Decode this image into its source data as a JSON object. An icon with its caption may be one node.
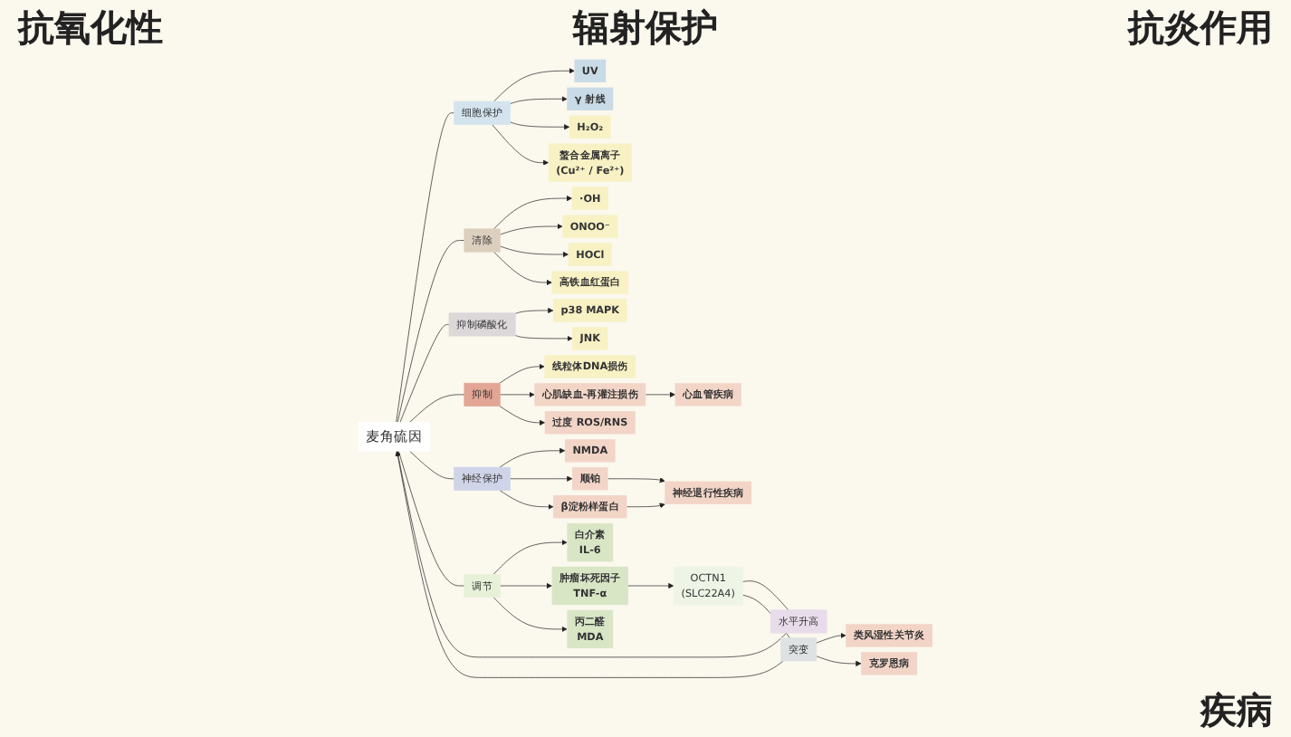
{
  "diagram": {
    "nodes": [
      {
        "text": [
          "麦角硫因"
        ]
      },
      {
        "text": [
          "细胞保护"
        ]
      },
      {
        "text": [
          "清除"
        ]
      },
      {
        "text": [
          "抑制磷酸化"
        ]
      },
      {
        "text": [
          "抑制"
        ]
      },
      {
        "text": [
          "神经保护"
        ]
      },
      {
        "text": [
          "调节"
        ]
      },
      {
        "text": [
          "水平升高"
        ]
      },
      {
        "text": [
          "突变"
        ]
      },
      {
        "text": [
          "OCTN1",
          "(SLC22A4)"
        ]
      },
      {
        "text": [
          "UV"
        ]
      },
      {
        "text": [
          "γ 射线"
        ]
      },
      {
        "text": [
          "H₂O₂"
        ]
      },
      {
        "text": [
          "螯合金属离子",
          "(Cu²⁺ / Fe²⁺)"
        ]
      },
      {
        "text": [
          "·OH"
        ]
      },
      {
        "text": [
          "ONOO⁻"
        ]
      },
      {
        "text": [
          "HOCl"
        ]
      },
      {
        "text": [
          "高铁血红蛋白"
        ]
      },
      {
        "text": [
          "p38 MAPK"
        ]
      },
      {
        "text": [
          "JNK"
        ]
      },
      {
        "text": [
          "线粒体DNA损伤"
        ]
      },
      {
        "text": [
          "心肌缺血-再灌注损伤"
        ]
      },
      {
        "text": [
          "过度 ROS/RNS"
        ]
      },
      {
        "text": [
          "心血管疾病"
        ]
      },
      {
        "text": [
          "NMDA"
        ]
      },
      {
        "text": [
          "顺铂"
        ]
      },
      {
        "text": [
          "β淀粉样蛋白"
        ]
      },
      {
        "text": [
          "神经退行性疾病"
        ]
      },
      {
        "text": [
          "白介素",
          "IL-6"
        ]
      },
      {
        "text": [
          "肿瘤坏死因子",
          "TNF-α"
        ]
      },
      {
        "text": [
          "丙二醛",
          "MDA"
        ]
      },
      {
        "text": [
          "类风湿性关节炎"
        ]
      },
      {
        "text": [
          "克罗恩病"
        ]
      }
    ],
    "edges": [
      {
        "from": 0,
        "to": 1,
        "arrow": "none"
      },
      {
        "from": 0,
        "to": 2,
        "arrow": "none"
      },
      {
        "from": 0,
        "to": 3,
        "arrow": "none"
      },
      {
        "from": 0,
        "to": 4,
        "arrow": "none"
      },
      {
        "from": 0,
        "to": 5,
        "arrow": "none"
      },
      {
        "from": 0,
        "to": 6,
        "arrow": "none"
      },
      {
        "from": 7,
        "to": 0,
        "arrow": "to"
      },
      {
        "from": 8,
        "to": 0,
        "arrow": "to"
      },
      {
        "from": 9,
        "to": 7,
        "arrow": "none"
      },
      {
        "from": 9,
        "to": 8,
        "arrow": "none"
      },
      {
        "from": 1,
        "to": 10,
        "arrow": "to"
      },
      {
        "from": 1,
        "to": 11,
        "arrow": "to"
      },
      {
        "from": 1,
        "to": 12,
        "arrow": "to"
      },
      {
        "from": 1,
        "to": 13,
        "arrow": "to"
      },
      {
        "from": 2,
        "to": 14,
        "arrow": "to"
      },
      {
        "from": 2,
        "to": 15,
        "arrow": "to"
      },
      {
        "from": 2,
        "to": 16,
        "arrow": "to"
      },
      {
        "from": 2,
        "to": 17,
        "arrow": "to"
      },
      {
        "from": 3,
        "to": 18,
        "arrow": "to"
      },
      {
        "from": 3,
        "to": 19,
        "arrow": "to"
      },
      {
        "from": 4,
        "to": 20,
        "arrow": "to"
      },
      {
        "from": 4,
        "to": 21,
        "arrow": "to"
      },
      {
        "from": 4,
        "to": 22,
        "arrow": "to"
      },
      {
        "from": 21,
        "to": 23,
        "arrow": "to"
      },
      {
        "from": 5,
        "to": 24,
        "arrow": "to"
      },
      {
        "from": 5,
        "to": 25,
        "arrow": "to"
      },
      {
        "from": 5,
        "to": 26,
        "arrow": "to"
      },
      {
        "from": 25,
        "to": 27,
        "arrow": "to"
      },
      {
        "from": 26,
        "to": 27,
        "arrow": "to"
      },
      {
        "from": 6,
        "to": 28,
        "arrow": "to"
      },
      {
        "from": 6,
        "to": 29,
        "arrow": "to"
      },
      {
        "from": 6,
        "to": 30,
        "arrow": "to"
      },
      {
        "from": 29,
        "to": 9,
        "arrow": "to"
      },
      {
        "from": 8,
        "to": 31,
        "arrow": "to"
      },
      {
        "from": 8,
        "to": 32,
        "arrow": "to"
      }
    ],
    "labels": [
      "抗氧化性",
      "辐射保护",
      "抗炎作用",
      "疾病"
    ]
  }
}
